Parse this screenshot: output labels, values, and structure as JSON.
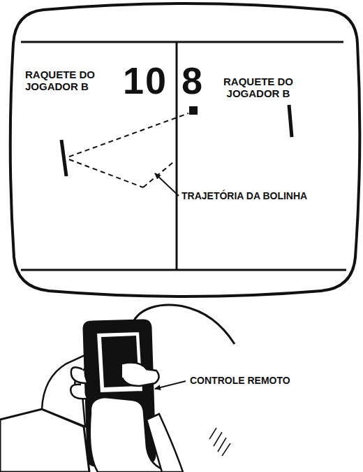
{
  "diagram": {
    "labels": [
      "10",
      "8",
      "RAQUETE DO JOGADOR B",
      "RAQUETE DO JOGADOR B",
      "TRAJETÓRIA DA BOLINHA",
      "CONTROLE REMOTO"
    ]
  }
}
